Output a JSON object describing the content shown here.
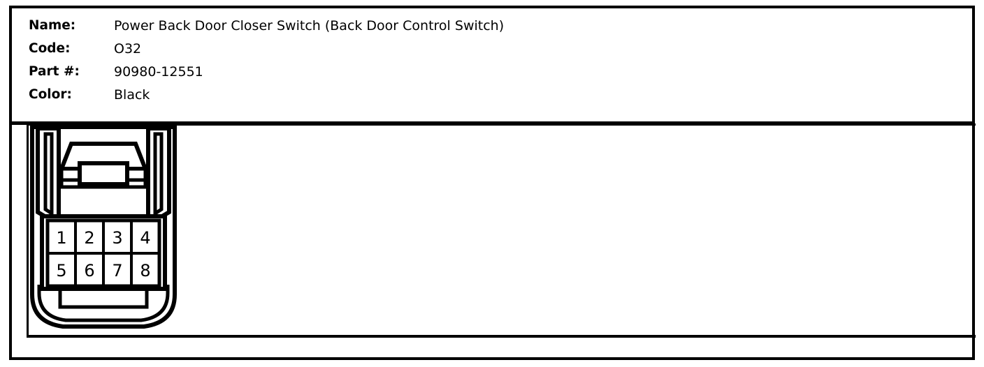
{
  "part_info": {
    "rows": [
      {
        "label": "Name:",
        "value": "Power Back Door Closer Switch (Back Door Control Switch)"
      },
      {
        "label": "Code:",
        "value": "O32"
      },
      {
        "label": "Part #:",
        "value": "90980-12551"
      },
      {
        "label": "Color:",
        "value": "Black"
      }
    ]
  },
  "connector": {
    "type": "8-pin automotive connector",
    "pin_count": 8,
    "rows": [
      [
        "1",
        "2",
        "3",
        "4"
      ],
      [
        "5",
        "6",
        "7",
        "8"
      ]
    ],
    "line_color": "#000000",
    "fill_color": "#ffffff"
  }
}
